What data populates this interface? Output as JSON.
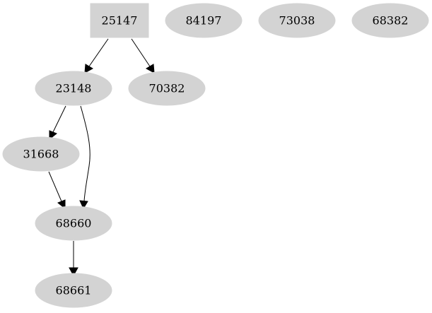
{
  "graph": {
    "nodes": [
      {
        "id": "25147",
        "label": "25147",
        "shape": "box"
      },
      {
        "id": "84197",
        "label": "84197",
        "shape": "ellipse"
      },
      {
        "id": "73038",
        "label": "73038",
        "shape": "ellipse"
      },
      {
        "id": "68382",
        "label": "68382",
        "shape": "ellipse"
      },
      {
        "id": "23148",
        "label": "23148",
        "shape": "ellipse"
      },
      {
        "id": "70382",
        "label": "70382",
        "shape": "ellipse"
      },
      {
        "id": "31668",
        "label": "31668",
        "shape": "ellipse"
      },
      {
        "id": "68660",
        "label": "68660",
        "shape": "ellipse"
      },
      {
        "id": "68661",
        "label": "68661",
        "shape": "ellipse"
      }
    ],
    "edges": [
      {
        "from": "25147",
        "to": "23148"
      },
      {
        "from": "25147",
        "to": "70382"
      },
      {
        "from": "23148",
        "to": "31668"
      },
      {
        "from": "23148",
        "to": "68660"
      },
      {
        "from": "31668",
        "to": "68660"
      },
      {
        "from": "68660",
        "to": "68661"
      }
    ],
    "node_color": "#d3d3d3"
  }
}
